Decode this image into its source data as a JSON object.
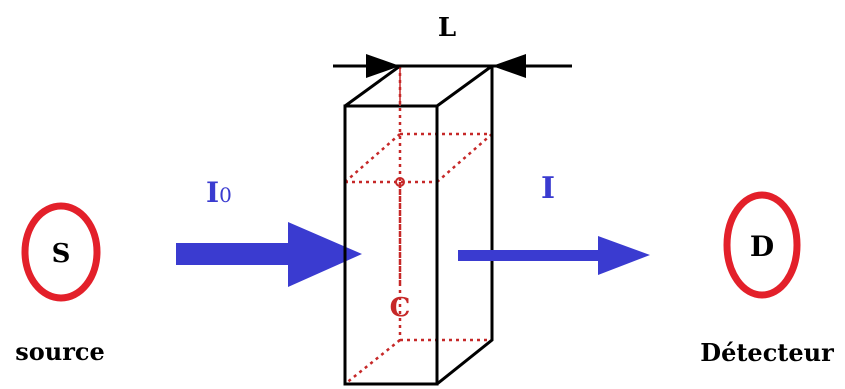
{
  "source": {
    "letter": "S",
    "caption": "source"
  },
  "detector": {
    "letter": "D",
    "caption": "Détecteur"
  },
  "cuvette": {
    "width_label": "L",
    "concentration_label": "C"
  },
  "incident_beam": {
    "symbol": "I",
    "subscript": "0"
  },
  "transmitted_beam": {
    "symbol": "I"
  },
  "colors": {
    "ring": "#e3202a",
    "beam": "#3a3bd0",
    "dotted": "#c62828",
    "outline": "#000000",
    "text": "#000000"
  }
}
